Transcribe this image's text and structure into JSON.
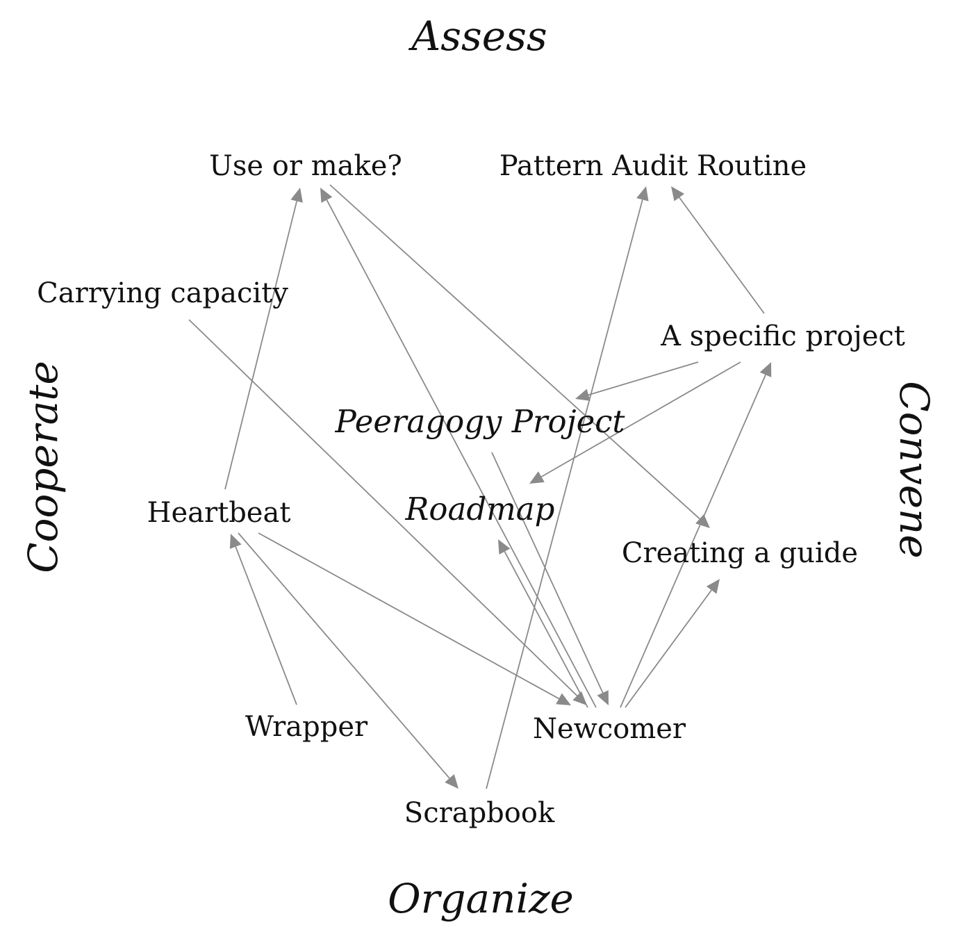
{
  "sections": {
    "top": "Assess",
    "right": "Convene",
    "bottom": "Organize",
    "left": "Cooperate"
  },
  "nodes": [
    {
      "id": "use_or_make",
      "label": "Use or make?"
    },
    {
      "id": "pattern_audit",
      "label": "Pattern Audit Routine"
    },
    {
      "id": "carrying_capacity",
      "label": "Carrying capacity"
    },
    {
      "id": "specific_project",
      "label": "A specific project"
    },
    {
      "id": "peeragogy_project",
      "label": "Peeragogy Project"
    },
    {
      "id": "roadmap",
      "label": "Roadmap"
    },
    {
      "id": "heartbeat",
      "label": "Heartbeat"
    },
    {
      "id": "creating_guide",
      "label": "Creating a guide"
    },
    {
      "id": "wrapper",
      "label": "Wrapper"
    },
    {
      "id": "newcomer",
      "label": "Newcomer"
    },
    {
      "id": "scrapbook",
      "label": "Scrapbook"
    }
  ],
  "edges": [
    {
      "from": "heartbeat",
      "to": "use_or_make"
    },
    {
      "from": "newcomer",
      "to": "use_or_make"
    },
    {
      "from": "use_or_make",
      "to": "creating_guide"
    },
    {
      "from": "scrapbook",
      "to": "pattern_audit"
    },
    {
      "from": "specific_project",
      "to": "pattern_audit"
    },
    {
      "from": "carrying_capacity",
      "to": "newcomer"
    },
    {
      "from": "specific_project",
      "to": "peeragogy_project"
    },
    {
      "from": "specific_project",
      "to": "roadmap"
    },
    {
      "from": "peeragogy_project",
      "to": "newcomer"
    },
    {
      "from": "newcomer",
      "to": "roadmap"
    },
    {
      "from": "newcomer",
      "to": "specific_project"
    },
    {
      "from": "newcomer",
      "to": "creating_guide"
    },
    {
      "from": "heartbeat",
      "to": "newcomer"
    },
    {
      "from": "heartbeat",
      "to": "scrapbook"
    },
    {
      "from": "wrapper",
      "to": "heartbeat"
    }
  ]
}
